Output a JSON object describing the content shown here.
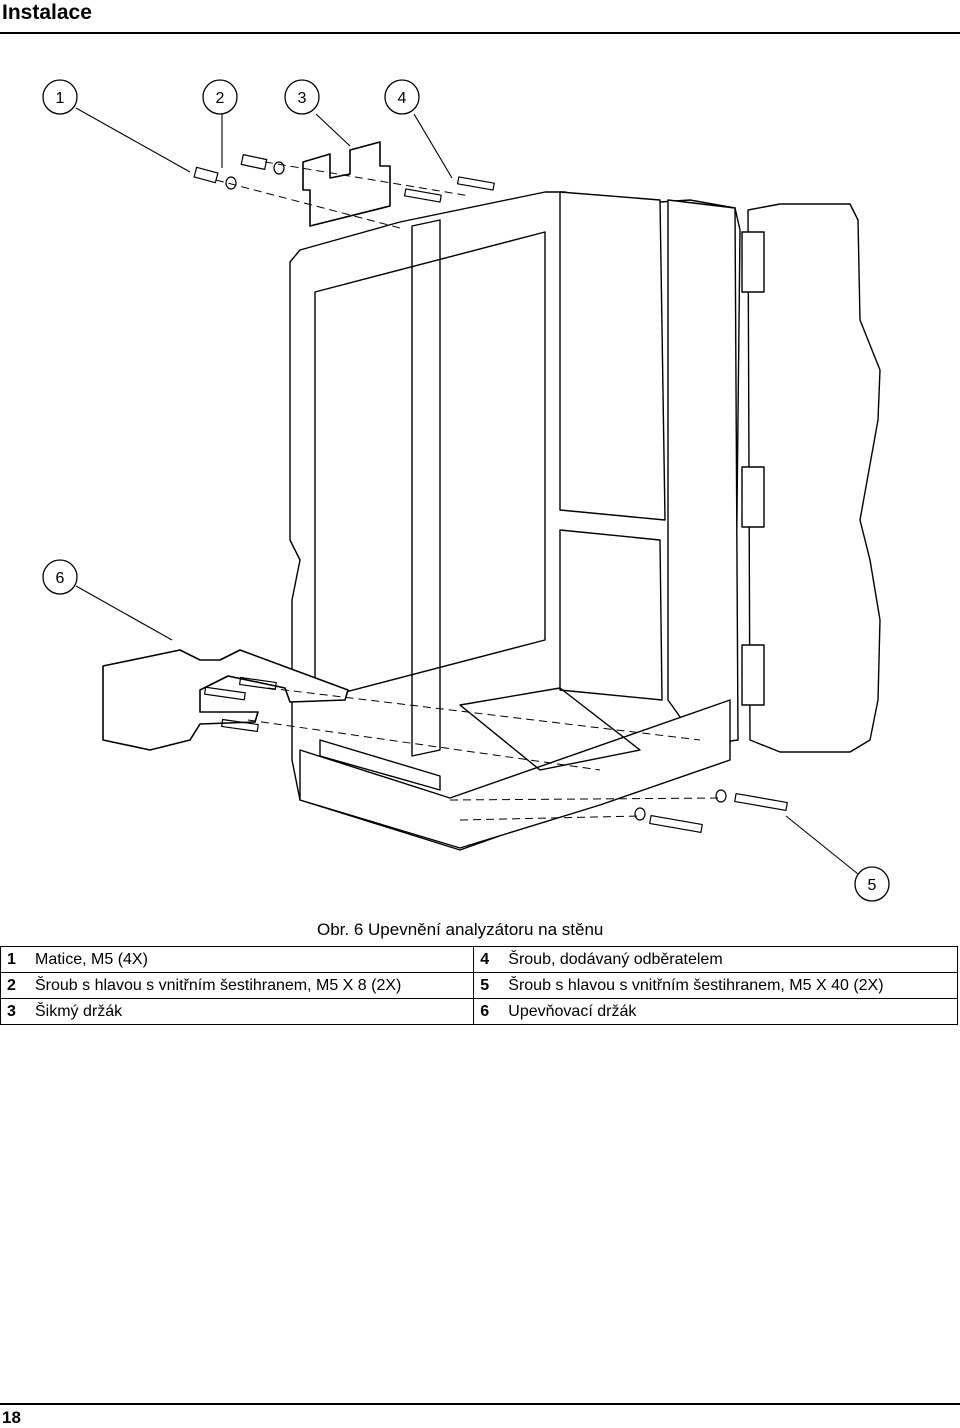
{
  "header": {
    "title": "Instalace"
  },
  "figure": {
    "callouts": [
      "1",
      "2",
      "3",
      "4",
      "5",
      "6"
    ]
  },
  "caption": "Obr. 6 Upevnění  analyzátoru na stěnu",
  "legend": {
    "rows": [
      {
        "left_num": "1",
        "left_text": "Matice, M5 (4X)",
        "right_num": "4",
        "right_text": "Šroub, dodávaný odběratelem"
      },
      {
        "left_num": "2",
        "left_text": "Šroub s hlavou s vnitřním šestihranem, M5 X 8 (2X)",
        "right_num": "5",
        "right_text": "Šroub s hlavou s vnitřním šestihranem, M5 X 40 (2X)"
      },
      {
        "left_num": "3",
        "left_text": "Šikmý držák",
        "right_num": "6",
        "right_text": "Upevňovací držák"
      }
    ]
  },
  "footer": {
    "page_number": "18"
  }
}
